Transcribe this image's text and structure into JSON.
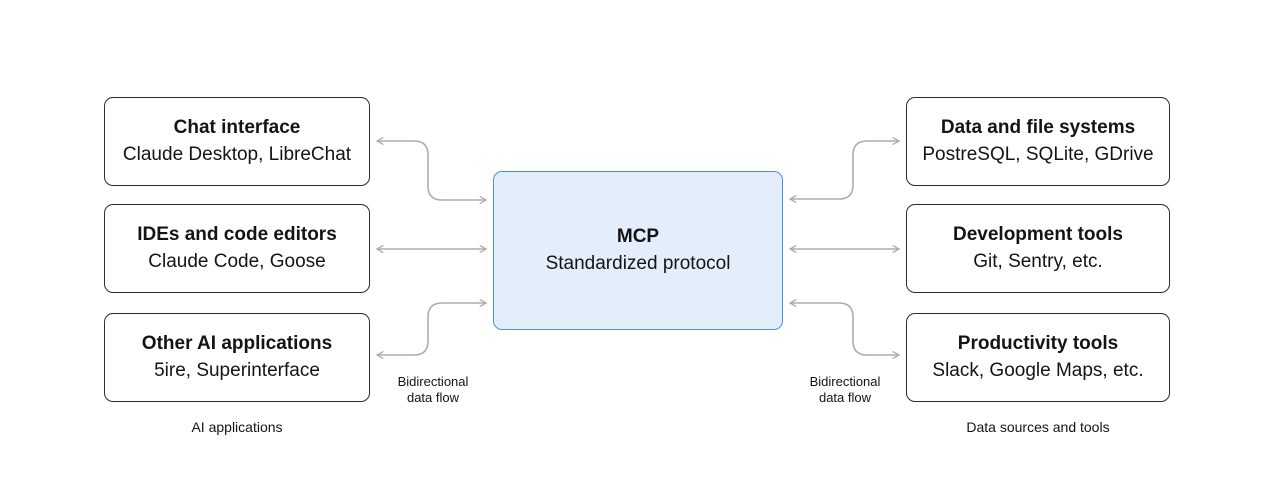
{
  "diagram": {
    "center": {
      "title": "MCP",
      "subtitle": "Standardized protocol"
    },
    "left_group": {
      "caption": "AI applications",
      "flow_label": "Bidirectional\ndata flow",
      "boxes": [
        {
          "title": "Chat interface",
          "subtitle": "Claude Desktop, LibreChat"
        },
        {
          "title": "IDEs and code editors",
          "subtitle": "Claude Code, Goose"
        },
        {
          "title": "Other AI applications",
          "subtitle": "5ire, Superinterface"
        }
      ]
    },
    "right_group": {
      "caption": "Data sources and tools",
      "flow_label": "Bidirectional\ndata flow",
      "boxes": [
        {
          "title": "Data and file systems",
          "subtitle": "PostreSQL, SQLite, GDrive"
        },
        {
          "title": "Development tools",
          "subtitle": "Git, Sentry, etc."
        },
        {
          "title": "Productivity tools",
          "subtitle": "Slack, Google Maps, etc."
        }
      ]
    },
    "colors": {
      "center_fill": "#e4eefb",
      "center_border": "#4a90e2",
      "box_border": "#2d2d2d",
      "arrow": "#aeaea6",
      "text": "#141414"
    }
  }
}
